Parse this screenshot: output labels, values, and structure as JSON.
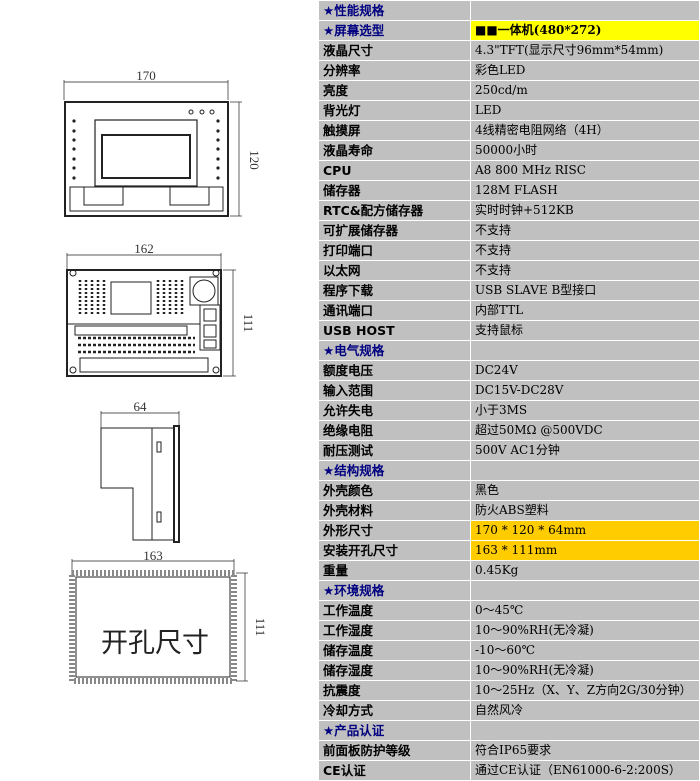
{
  "drawings": {
    "front_width": "170",
    "front_height": "120",
    "back_width": "162",
    "back_height": "111",
    "side_depth": "64",
    "cutout_width": "163",
    "cutout_height": "111",
    "cutout_label": "开孔尺寸"
  },
  "colors": {
    "section": "#000080",
    "cell": "#c0c0c0",
    "yellow": "#ffff00",
    "orange": "#ffcc00"
  },
  "rows": [
    {
      "label": "★性能规格",
      "value": "",
      "type": "section"
    },
    {
      "label": "★屏幕选型",
      "value": "■■一体机(480*272)",
      "type": "section",
      "hl": "yellow"
    },
    {
      "label": "液晶尺寸",
      "value": "4.3\"TFT(显示尺寸96mm*54mm)"
    },
    {
      "label": "分辨率",
      "value": "彩色LED"
    },
    {
      "label": "亮度",
      "value": "250cd/m"
    },
    {
      "label": "背光灯",
      "value": "LED"
    },
    {
      "label": "触摸屏",
      "value": "4线精密电阻网络（4H）"
    },
    {
      "label": "液晶寿命",
      "value": "50000小时"
    },
    {
      "label": "CPU",
      "value": "A8 800 MHz RISC"
    },
    {
      "label": "储存器",
      "value": "128M FLASH"
    },
    {
      "label": "RTC&配方储存器",
      "value": "实时时钟+512KB"
    },
    {
      "label": "可扩展储存器",
      "value": "不支持"
    },
    {
      "label": "打印端口",
      "value": "不支持"
    },
    {
      "label": "以太网",
      "value": "不支持"
    },
    {
      "label": "程序下载",
      "value": "USB SLAVE B型接口"
    },
    {
      "label": "通讯端口",
      "value": "内部TTL"
    },
    {
      "label": "USB HOST",
      "value": "支持鼠标"
    },
    {
      "label": "★电气规格",
      "value": "",
      "type": "section"
    },
    {
      "label": "额度电压",
      "value": "DC24V"
    },
    {
      "label": "输入范围",
      "value": "DC15V-DC28V"
    },
    {
      "label": "允许失电",
      "value": "小于3MS"
    },
    {
      "label": "绝缘电阻",
      "value": "超过50MΩ  @500VDC"
    },
    {
      "label": "耐压测试",
      "value": "500V AC1分钟"
    },
    {
      "label": "★结构规格",
      "value": "",
      "type": "section"
    },
    {
      "label": "外壳颜色",
      "value": "黑色"
    },
    {
      "label": "外壳材料",
      "value": "防火ABS塑料"
    },
    {
      "label": "外形尺寸",
      "value": "170 * 120 * 64mm",
      "hl": "orange"
    },
    {
      "label": "安装开孔尺寸",
      "value": "163 * 111mm",
      "hl": "orange"
    },
    {
      "label": "重量",
      "value": "0.45Kg"
    },
    {
      "label": "★环境规格",
      "value": "",
      "type": "section"
    },
    {
      "label": "工作温度",
      "value": "0～45℃"
    },
    {
      "label": "工作湿度",
      "value": "10～90%RH(无冷凝)"
    },
    {
      "label": "储存温度",
      "value": "-10～60℃"
    },
    {
      "label": "储存湿度",
      "value": "10～90%RH(无冷凝)"
    },
    {
      "label": "抗震度",
      "value": "10～25Hz（X、Y、Z方向2G/30分钟）"
    },
    {
      "label": "冷却方式",
      "value": "自然风冷"
    },
    {
      "label": "★产品认证",
      "value": "",
      "type": "section"
    },
    {
      "label": "前面板防护等级",
      "value": "符合IP65要求"
    },
    {
      "label": "CE认证",
      "value": "通过CE认证（EN61000-6-2:200S）"
    }
  ]
}
